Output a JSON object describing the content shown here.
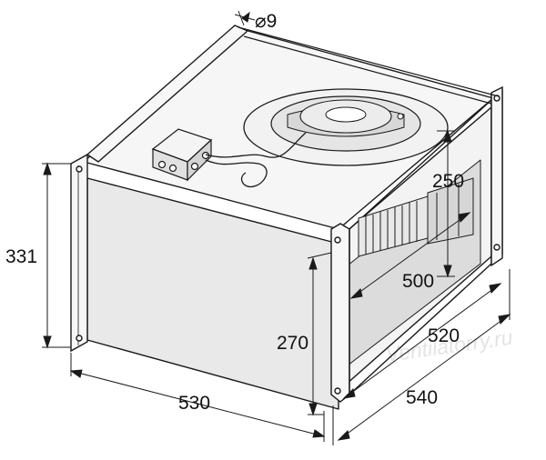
{
  "diagram": {
    "dimensions": {
      "hole_diameter": "⌀9",
      "total_height": "331",
      "depth": "530",
      "flange_width": "540",
      "inner_width": "520",
      "duct_width": "500",
      "duct_height": "250",
      "body_height": "270"
    },
    "watermark": "Ventilatorry.ru",
    "colors": {
      "line": "#1a1a1a",
      "panel_light": "#f4f4f4",
      "panel_mid": "#e6e6e6",
      "panel_dark": "#d2d2d2"
    }
  }
}
